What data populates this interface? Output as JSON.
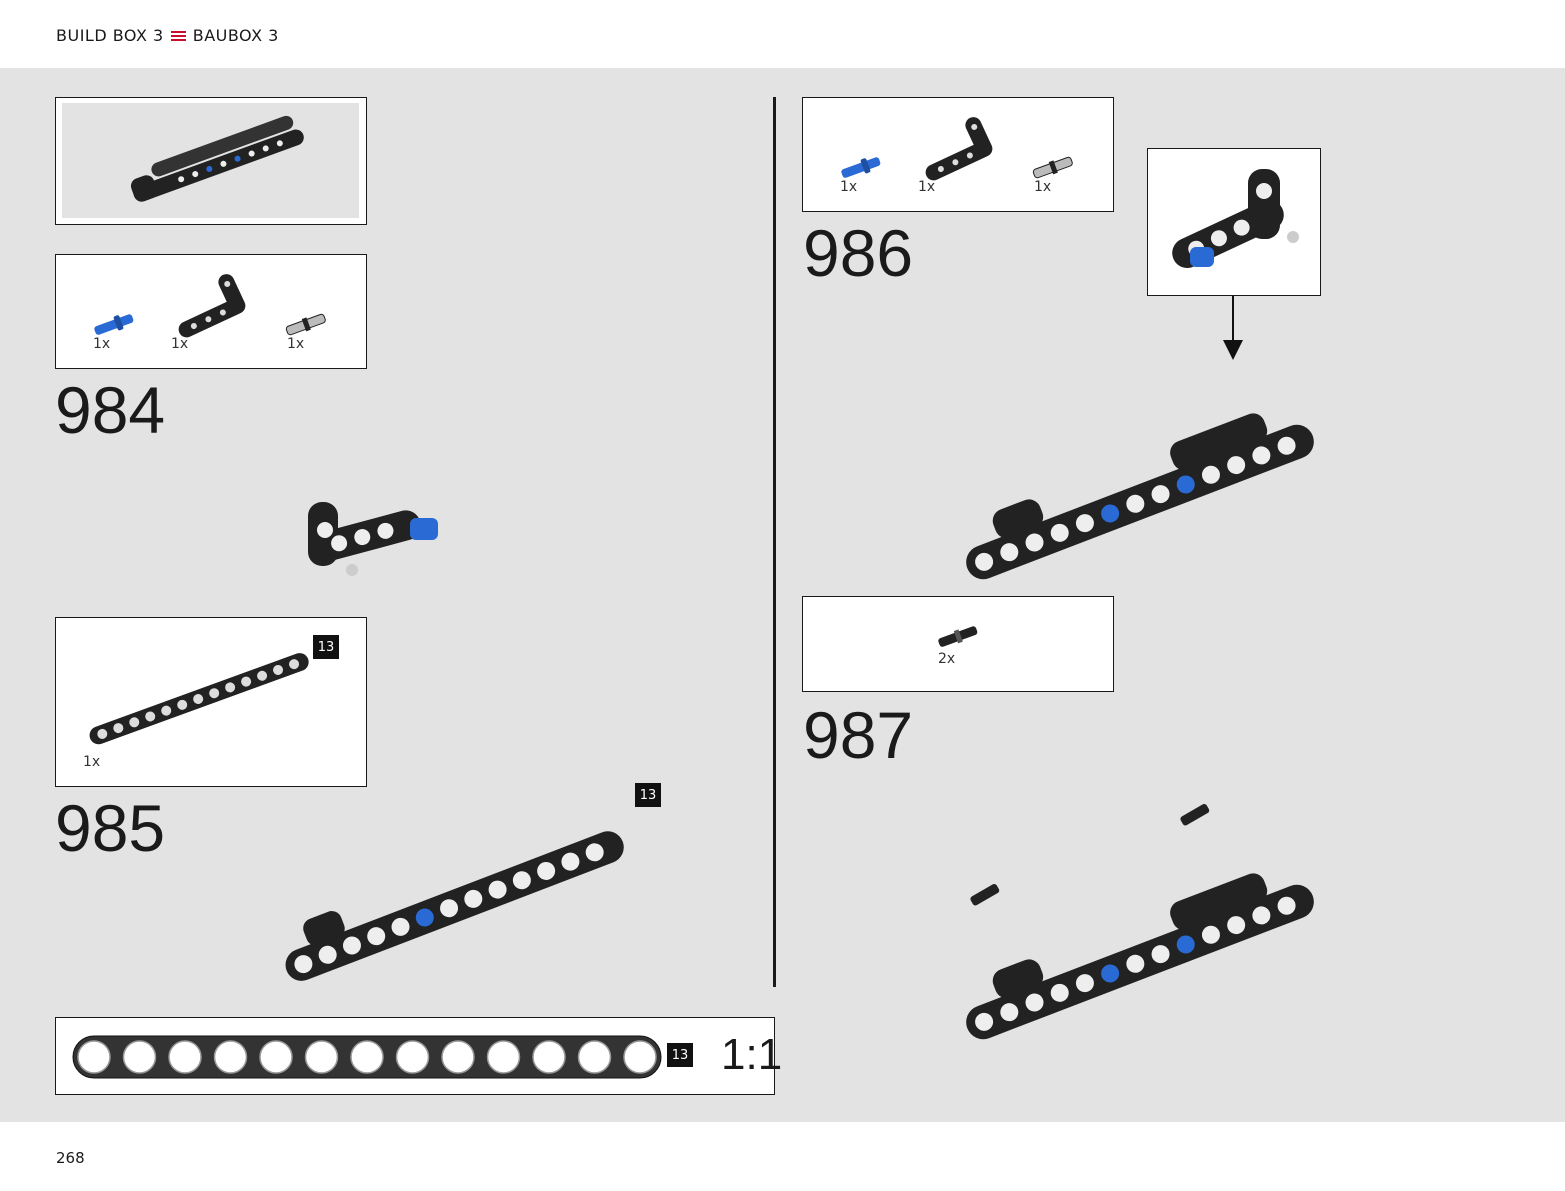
{
  "header": {
    "title_left": "BUILD BOX 3",
    "title_right": "BAUBOX 3",
    "accent": "#c8102e"
  },
  "colors": {
    "part_black": "#222222",
    "part_blue": "#2a6ad4",
    "part_grey": "#9a9a9a",
    "background": "#e3e3e3"
  },
  "steps": [
    {
      "number": "984",
      "parts": [
        {
          "qty": "1x",
          "icon": "blue-axle-pin-icon"
        },
        {
          "qty": "1x",
          "icon": "angled-beam-icon"
        },
        {
          "qty": "1x",
          "icon": "grey-pin-icon"
        }
      ]
    },
    {
      "number": "985",
      "parts": [
        {
          "qty": "1x",
          "icon": "beam-13-icon",
          "length": "13"
        }
      ],
      "callout_length": "13"
    },
    {
      "number": "986",
      "parts": [
        {
          "qty": "1x",
          "icon": "blue-axle-pin-icon"
        },
        {
          "qty": "1x",
          "icon": "angled-beam-icon"
        },
        {
          "qty": "1x",
          "icon": "grey-pin-icon"
        }
      ]
    },
    {
      "number": "987",
      "parts": [
        {
          "qty": "2x",
          "icon": "black-pin-icon"
        }
      ]
    }
  ],
  "ruler": {
    "length": "13",
    "scale": "1:1"
  },
  "page_number": "268"
}
